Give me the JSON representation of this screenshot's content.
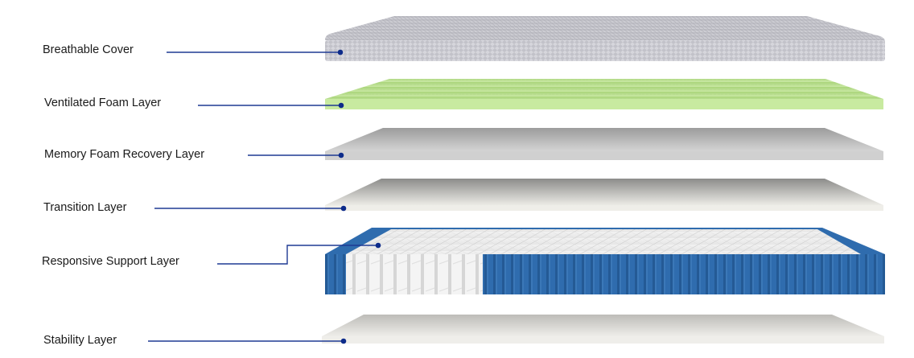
{
  "diagram": {
    "type": "exploded-layer-view",
    "subject": "mattress",
    "leader_color": "#1f3a93",
    "dot_color": "#0d2b8a",
    "layers": [
      {
        "label": "Breathable Cover",
        "color": "#c9c9cf"
      },
      {
        "label": "Ventilated Foam Layer",
        "color": "#c7e89a"
      },
      {
        "label": "Memory Foam Recovery Layer",
        "color": "#cfcfcf"
      },
      {
        "label": "Transition Layer",
        "color": "#ecebe6"
      },
      {
        "label": "Responsive Support Layer",
        "color": "#2f6cae"
      },
      {
        "label": "Stability Layer",
        "color": "#eeede9"
      }
    ]
  }
}
